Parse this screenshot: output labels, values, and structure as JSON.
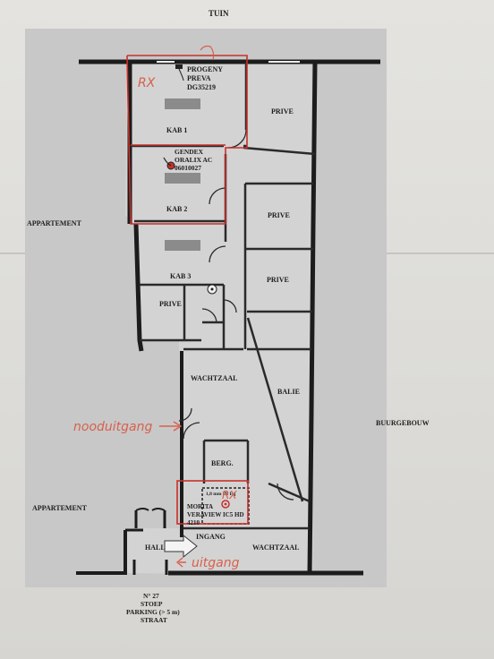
{
  "plan": {
    "top_label": "TUIN",
    "left_label_top": "APPARTEMENT",
    "left_label_bottom": "APPARTEMENT",
    "right_label": "BUURGEBOUW",
    "bottom_lines": [
      "N° 27",
      "STOEP",
      "PARKING (> 5 m)",
      "STRAAT"
    ]
  },
  "rooms": {
    "kab1": "KAB 1",
    "kab2": "KAB 2",
    "kab3": "KAB 3",
    "prive_top": "PRIVE",
    "prive_mid1": "PRIVE",
    "prive_mid2": "PRIVE",
    "prive_left": "PRIVE",
    "wachtzaal_top": "WACHTZAAL",
    "balie": "BALIE",
    "berg": "BERG.",
    "hall": "HALL",
    "ingang": "INGANG",
    "wachtzaal_bottom": "WACHTZAAL"
  },
  "equipment": {
    "progeny": [
      "PROGENY",
      "PREVA",
      "DG35219"
    ],
    "gendex": [
      "GENDEX",
      "ORALIX AC",
      "06010027"
    ],
    "morita_shield": "1,8 mm Pb Eq",
    "morita": [
      "MORITA",
      "VERAVIEW IC5 HD",
      "4210"
    ]
  },
  "handwriting": {
    "rx_top": "RX",
    "noodutgang": "nooduitgang",
    "rx_bottom": "RX",
    "uitgang": "uitgang"
  },
  "colors": {
    "wall": "#1c1c1c",
    "paper": "#c9c9c9",
    "annotation": "#c8302a"
  }
}
